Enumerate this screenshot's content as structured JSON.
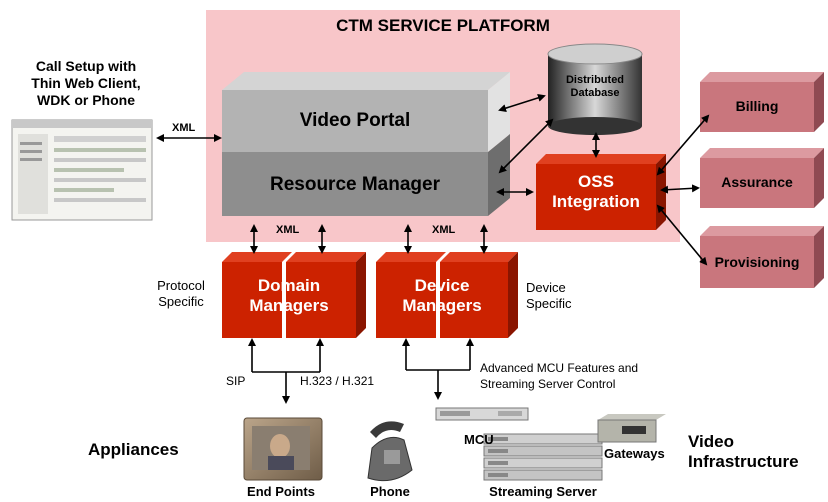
{
  "diagram": {
    "platform_title": "CTM SERVICE PLATFORM",
    "call_setup_label": "Call Setup with\nThin Web Client,\nWDK or Phone",
    "xml_labels": [
      "XML",
      "XML",
      "XML"
    ],
    "video_portal": "Video Portal",
    "resource_manager": "Resource Manager",
    "distributed_database": "Distributed\nDatabase",
    "oss_integration": "OSS\nIntegration",
    "billing": "Billing",
    "assurance": "Assurance",
    "provisioning": "Provisioning",
    "domain_managers": "Domain\nManagers",
    "device_managers": "Device\nManagers",
    "protocol_specific": "Protocol\nSpecific",
    "device_specific": "Device\nSpecific",
    "sip": "SIP",
    "h323": "H.323 / H.321",
    "advanced_mcu": "Advanced MCU Features and\nStreaming Server Control",
    "appliances": "Appliances",
    "end_points": "End Points",
    "phone": "Phone",
    "mcu": "MCU",
    "gateways": "Gateways",
    "streaming_server": "Streaming Server",
    "video_infrastructure": "Video\nInfrastructure"
  },
  "colors": {
    "platform_bg": "#f8c6c9",
    "red_box": "#cc2200",
    "pink_box": "#c9767d"
  },
  "icons": {
    "web_client": "web-client-screenshot-icon",
    "end_points": "video-monitor-icon",
    "phone": "desk-phone-icon",
    "mcu": "rack-unit-icon",
    "streaming": "server-stack-icon",
    "gateways": "gateway-device-icon"
  }
}
